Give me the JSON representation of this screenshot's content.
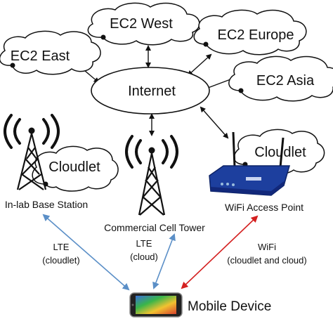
{
  "clouds": {
    "ec2_west": "EC2 West",
    "ec2_east": "EC2 East",
    "ec2_europe": "EC2 Europe",
    "ec2_asia": "EC2 Asia",
    "cloudlet_lab": "Cloudlet",
    "cloudlet_wifi": "Cloudlet"
  },
  "internet": "Internet",
  "stations": {
    "lab": "In-lab Base Station",
    "cell": "Commercial Cell Tower",
    "wifi": "WiFi Access Point"
  },
  "links": {
    "lte_cloudlet_1": "LTE",
    "lte_cloudlet_2": "(cloudlet)",
    "lte_cloud_1": "LTE",
    "lte_cloud_2": "(cloud)",
    "wifi_1": "WiFi",
    "wifi_2": "(cloudlet and cloud)"
  },
  "device": "Mobile Device",
  "colors": {
    "lte_arrow": "#5b8fc7",
    "wifi_arrow": "#d42020",
    "router_body": "#1d3f9e"
  }
}
